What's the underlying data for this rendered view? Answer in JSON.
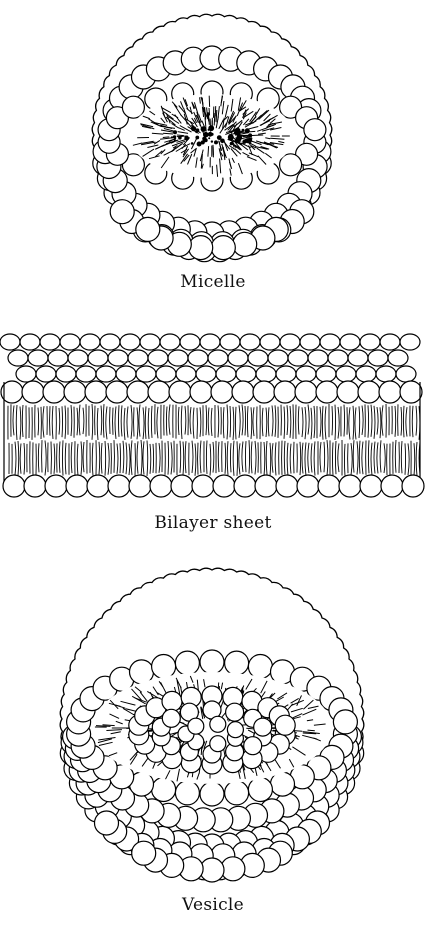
{
  "figures": [
    {
      "id": "micelle",
      "caption": "Micelle"
    },
    {
      "id": "bilayer",
      "caption": "Bilayer sheet"
    },
    {
      "id": "vesicle",
      "caption": "Vesicle"
    }
  ],
  "colors": {
    "ink": "#000000",
    "paper": "#ffffff"
  }
}
